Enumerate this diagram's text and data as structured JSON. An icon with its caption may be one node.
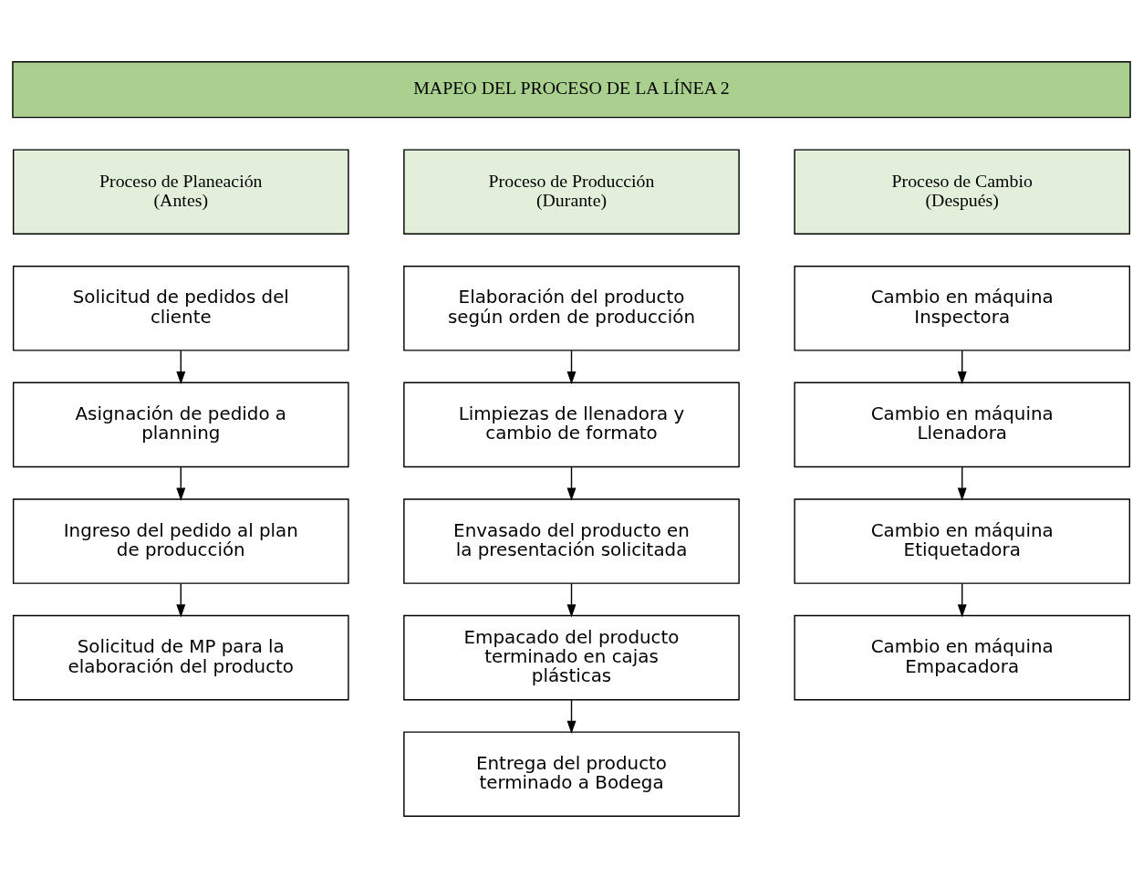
{
  "diagram": {
    "nodes": [
      {
        "text": [
          "MAPEO DEL PROCESO DE LA LÍNEA 2"
        ]
      },
      {
        "text": [
          "Proceso de Planeación (Antes)"
        ]
      },
      {
        "text": [
          "Proceso de Producción (Durante)"
        ]
      },
      {
        "text": [
          "Proceso de Cambio (Después)"
        ]
      },
      {
        "text": [
          "Solicitud de pedidos del cliente"
        ]
      },
      {
        "text": [
          "Asignación de pedido a planning"
        ]
      },
      {
        "text": [
          "Ingreso del pedido al plan de producción"
        ]
      },
      {
        "text": [
          "Solicitud de MP para la elaboración del producto"
        ]
      },
      {
        "text": [
          "Elaboración del producto según orden de producción"
        ]
      },
      {
        "text": [
          "Limpiezas de llenadora y cambio de formato"
        ]
      },
      {
        "text": [
          "Envasado del producto en la presentación solicitada"
        ]
      },
      {
        "text": [
          "Empacado del producto terminado en cajas plásticas"
        ]
      },
      {
        "text": [
          "Entrega del producto terminado a Bodega"
        ]
      },
      {
        "text": [
          "Cambio en máquina Inspectora"
        ]
      },
      {
        "text": [
          "Cambio en máquina Llenadora"
        ]
      },
      {
        "text": [
          "Cambio en máquina Etiquetadora"
        ]
      },
      {
        "text": [
          "Cambio en máquina Empacadora"
        ]
      }
    ],
    "edges": [
      {
        "from": 4,
        "to": 5,
        "arrow": "to"
      },
      {
        "from": 5,
        "to": 6,
        "arrow": "to"
      },
      {
        "from": 6,
        "to": 7,
        "arrow": "to"
      },
      {
        "from": 8,
        "to": 9,
        "arrow": "to"
      },
      {
        "from": 9,
        "to": 10,
        "arrow": "to"
      },
      {
        "from": 10,
        "to": 11,
        "arrow": "to"
      },
      {
        "from": 11,
        "to": 12,
        "arrow": "to"
      },
      {
        "from": 13,
        "to": 14,
        "arrow": "to"
      },
      {
        "from": 14,
        "to": 15,
        "arrow": "to"
      },
      {
        "from": 15,
        "to": 16,
        "arrow": "to"
      }
    ]
  }
}
